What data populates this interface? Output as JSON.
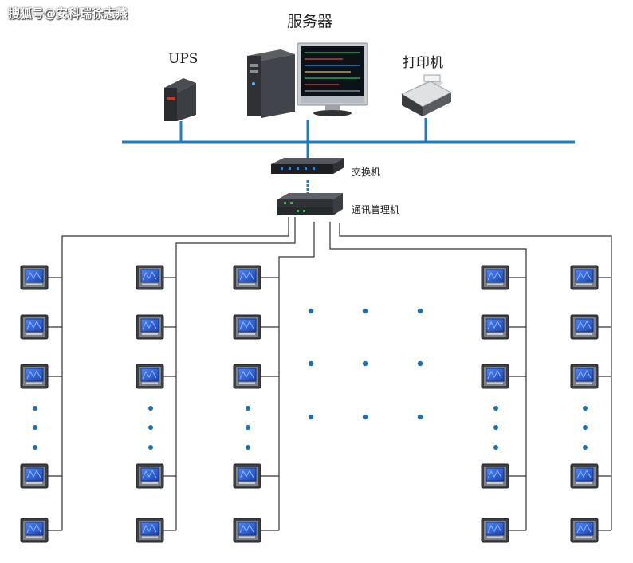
{
  "watermark": "搜狐号@安科瑞徐志燕",
  "labels": {
    "server": "服务器",
    "ups": "UPS",
    "printer": "打印机",
    "switch": "交换机",
    "gateway": "通讯管理机"
  },
  "colors": {
    "bus": "#1a7fc0",
    "wire": "#333333",
    "dot": "#1a6fb5",
    "screen": "#2b5fd0"
  }
}
